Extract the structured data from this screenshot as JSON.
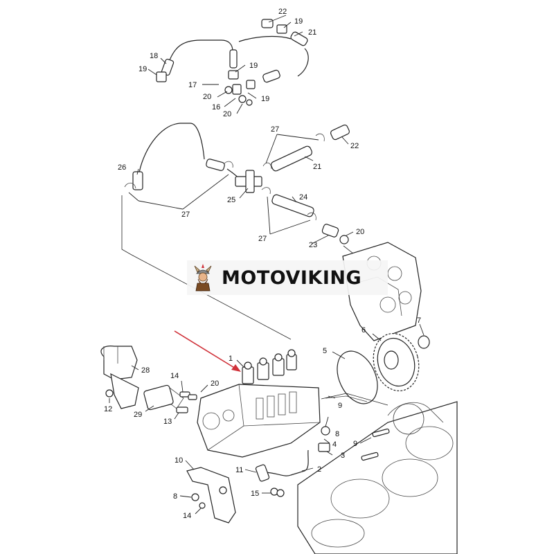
{
  "brand": {
    "name": "MOTOVIKING",
    "logo": "viking-mascot-icon",
    "text_color": "#111111"
  },
  "arrow_color": "#d0323a",
  "callouts": [
    {
      "id": "c22a",
      "text": "22"
    },
    {
      "id": "c19a",
      "text": "19"
    },
    {
      "id": "c21a",
      "text": "21"
    },
    {
      "id": "c18",
      "text": "18"
    },
    {
      "id": "c19b",
      "text": "19"
    },
    {
      "id": "c19c",
      "text": "19"
    },
    {
      "id": "c17",
      "text": "17"
    },
    {
      "id": "c20a",
      "text": "20"
    },
    {
      "id": "c19d",
      "text": "19"
    },
    {
      "id": "c16",
      "text": "16"
    },
    {
      "id": "c20b",
      "text": "20"
    },
    {
      "id": "c27a",
      "text": "27"
    },
    {
      "id": "c22b",
      "text": "22"
    },
    {
      "id": "c26",
      "text": "26"
    },
    {
      "id": "c21b",
      "text": "21"
    },
    {
      "id": "c25",
      "text": "25"
    },
    {
      "id": "c24",
      "text": "24"
    },
    {
      "id": "c27b",
      "text": "27"
    },
    {
      "id": "c20c",
      "text": "20"
    },
    {
      "id": "c27c",
      "text": "27"
    },
    {
      "id": "c23",
      "text": "23"
    },
    {
      "id": "c6",
      "text": "6"
    },
    {
      "id": "c7",
      "text": "7"
    },
    {
      "id": "c5",
      "text": "5"
    },
    {
      "id": "c1",
      "text": "1"
    },
    {
      "id": "c28",
      "text": "28"
    },
    {
      "id": "c14a",
      "text": "14"
    },
    {
      "id": "c20d",
      "text": "20"
    },
    {
      "id": "c12",
      "text": "12"
    },
    {
      "id": "c29",
      "text": "29"
    },
    {
      "id": "c13",
      "text": "13"
    },
    {
      "id": "c9a",
      "text": "9"
    },
    {
      "id": "c8a",
      "text": "8"
    },
    {
      "id": "c4",
      "text": "4"
    },
    {
      "id": "c9b",
      "text": "9"
    },
    {
      "id": "c3",
      "text": "3"
    },
    {
      "id": "c10",
      "text": "10"
    },
    {
      "id": "c11",
      "text": "11"
    },
    {
      "id": "c2",
      "text": "2"
    },
    {
      "id": "c8b",
      "text": "8"
    },
    {
      "id": "c15",
      "text": "15"
    },
    {
      "id": "c14b",
      "text": "14"
    }
  ]
}
